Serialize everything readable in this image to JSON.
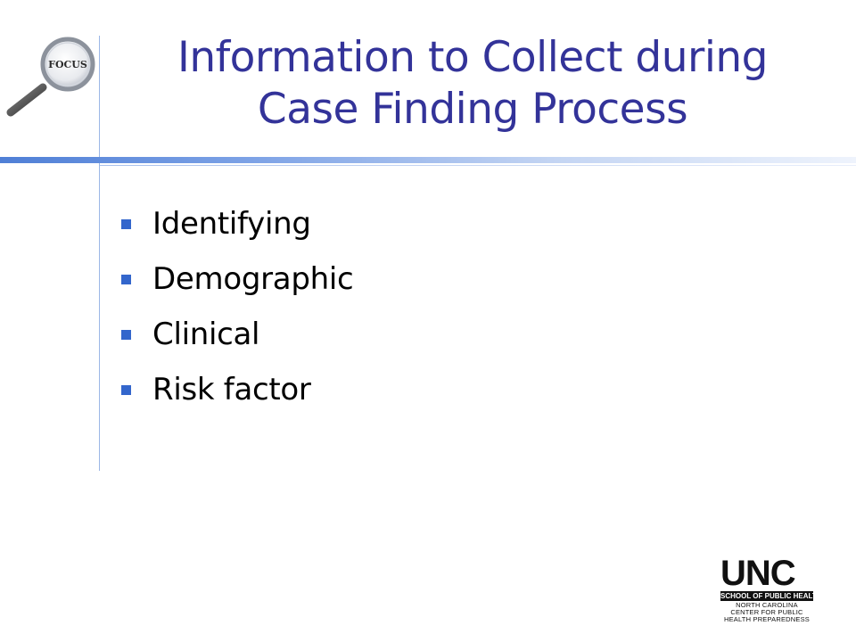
{
  "slide": {
    "title_lines": [
      "Information to Collect during",
      "Case Finding Process"
    ],
    "bullets": [
      "Identifying",
      "Demographic",
      "Clinical",
      "Risk factor"
    ]
  },
  "logos": {
    "focus_label": "FOCUS",
    "unc": {
      "wordmark": "UNC",
      "school": "SCHOOL OF PUBLIC HEALTH",
      "center_lines": [
        "NORTH CAROLINA",
        "CENTER FOR PUBLIC",
        "HEALTH PREPAREDNESS"
      ]
    }
  },
  "colors": {
    "title": "#333399",
    "bullet_mark": "#3366cc",
    "rule": "#4f7fd6"
  }
}
